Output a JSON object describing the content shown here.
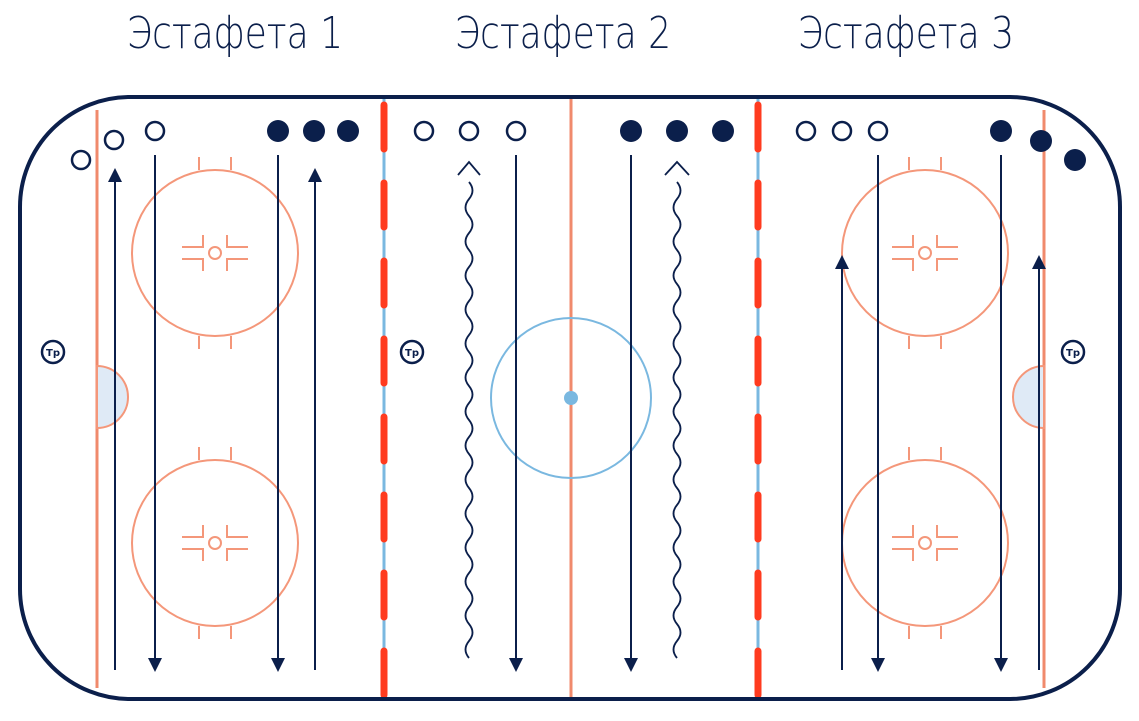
{
  "titles": [
    "Эстафета 1",
    "Эстафета 2",
    "Эстафета 3"
  ],
  "coach_label": "Тр",
  "colors": {
    "navy": "#0b1f4b",
    "goal_line": "#f08a6c",
    "faceoff": "#f4977a",
    "blue_line": "#7ab8e0",
    "blue_dash": "#ff3b1f",
    "crease_fill": "#dfeaf6",
    "center_circle": "#7ab8e0"
  },
  "icons": [
    "open-circle-player",
    "filled-circle-player",
    "arrow-down",
    "arrow-up",
    "wavy-skating-path",
    "coach-marker"
  ]
}
